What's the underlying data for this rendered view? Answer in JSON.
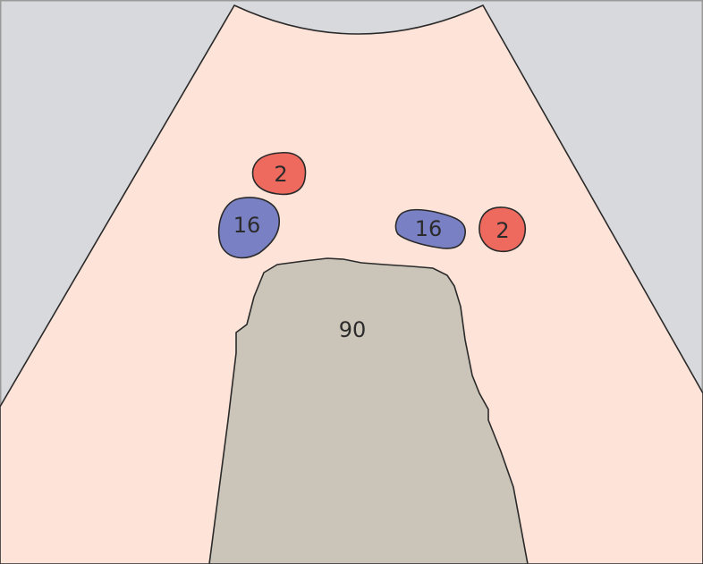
{
  "colors": {
    "frame_background": "#d8d9dd",
    "sector": "#fde3d8",
    "artery": "#ee6a5f",
    "vein": "#7a80c4",
    "central_mass": "#cbc4b8",
    "outline": "#2a2a2a"
  },
  "labels": {
    "left_artery": "2",
    "left_vein": "16",
    "right_vein": "16",
    "right_artery": "2",
    "central_mass": "90"
  }
}
